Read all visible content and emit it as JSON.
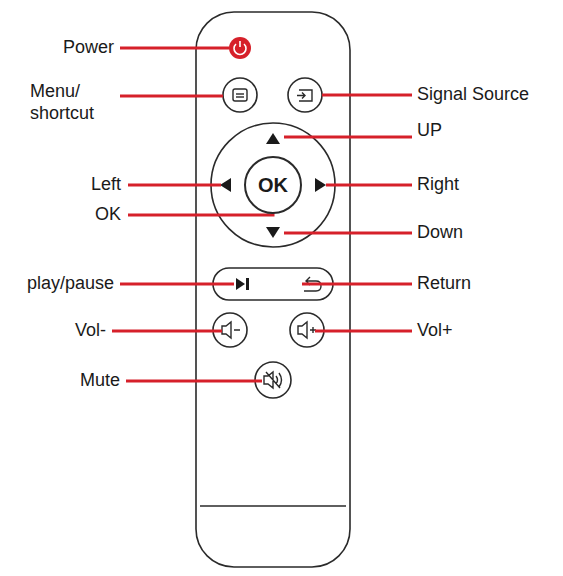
{
  "diagram": {
    "nodes": [
      {
        "text": [
          "OK"
        ]
      }
    ],
    "labels": [
      "Power",
      "Menu/ shortcut",
      "Signal Source",
      "UP",
      "Left",
      "OK",
      "Right",
      "Down",
      "play/pause",
      "Return",
      "Vol-",
      "Vol+",
      "Mute"
    ]
  }
}
